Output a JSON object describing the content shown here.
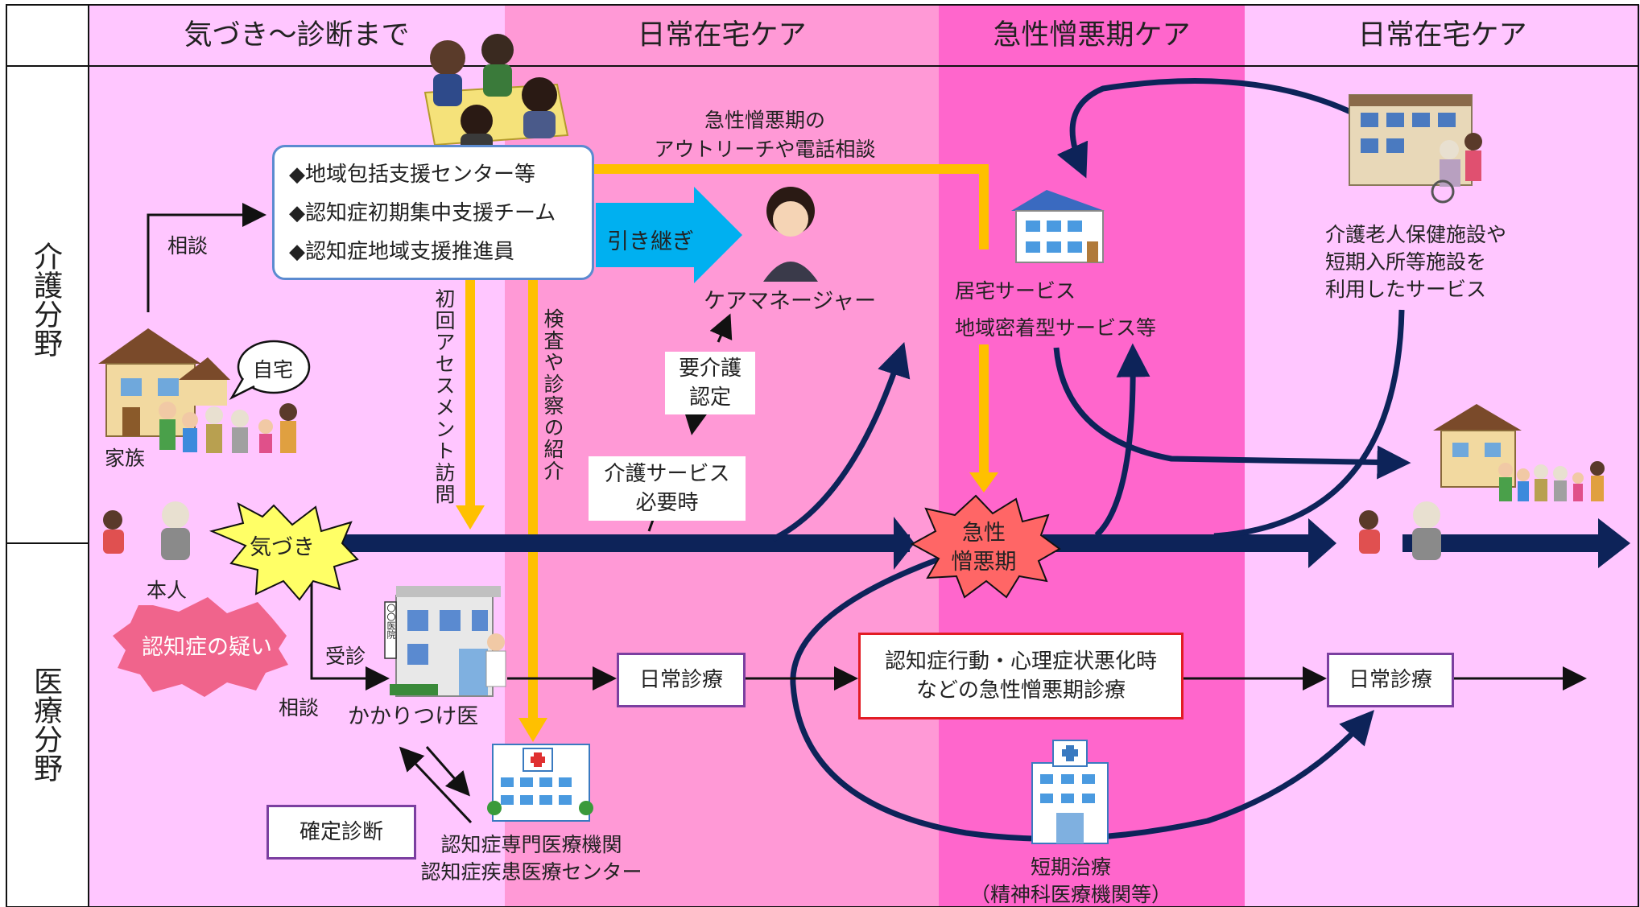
{
  "colors": {
    "zone_light": "#ffc6ff",
    "zone_mid": "#ff99d6",
    "zone_dark": "#ff66cc",
    "navy": "#0d2359",
    "yellow": "#ffc000",
    "cyan": "#00b0f0",
    "box_purple": "#7b3fa0",
    "box_red": "#e21c24",
    "burst_yellow": "#ffff66",
    "burst_red": "#ff6666",
    "suspicion": "#f0648c"
  },
  "header": {
    "phase1": "気づき～診断まで",
    "phase2": "日常在宅ケア",
    "phase3": "急性憎悪期ケア",
    "phase4": "日常在宅ケア"
  },
  "rows": {
    "care": "介護分野",
    "medical": "医療分野"
  },
  "support_box": {
    "items": [
      "◆地域包括支援センター等",
      "◆認知症初期集中支援チーム",
      "◆認知症地域支援推進員"
    ]
  },
  "labels": {
    "consult_top": "相談",
    "home_bubble": "自宅",
    "family": "家族",
    "person": "本人",
    "kizuki": "気づき",
    "suspicion": "認知症の疑い",
    "visit_doctor": "受診",
    "consult_bottom": "相談",
    "family_doctor": "かかりつけ医",
    "initial_assessment": "初回アセスメント訪問",
    "exam_referral": "検査や診察の紹介",
    "handover": "引き継ぎ",
    "care_manager": "ケアマネージャー",
    "outreach_line1": "急性憎悪期の",
    "outreach_line2": "アウトリーチや電話相談",
    "home_service": "居宅サービス",
    "community_service": "地域密着型サービス等",
    "facility_line1": "介護老人保健施設や",
    "facility_line2": "短期入所等施設を",
    "facility_line3": "利用したサービス",
    "acute_line1": "急性",
    "acute_line2": "憎悪期",
    "specialist_line1": "認知症専門医療機関",
    "specialist_line2": "認知症疾患医療センター",
    "short_treatment_line1": "短期治療",
    "short_treatment_line2": "（精神科医療機関等）",
    "clinic_sign": "〇〇医院"
  },
  "boxes": {
    "care_level_line1": "要介護",
    "care_level_line2": "認定",
    "care_needed_line1": "介護サービス",
    "care_needed_line2": "必要時",
    "daily_care_1": "日常診療",
    "acute_care_line1": "認知症行動・心理症状悪化時",
    "acute_care_line2": "などの急性憎悪期診療",
    "daily_care_2": "日常診療",
    "diagnosis": "確定診断"
  }
}
